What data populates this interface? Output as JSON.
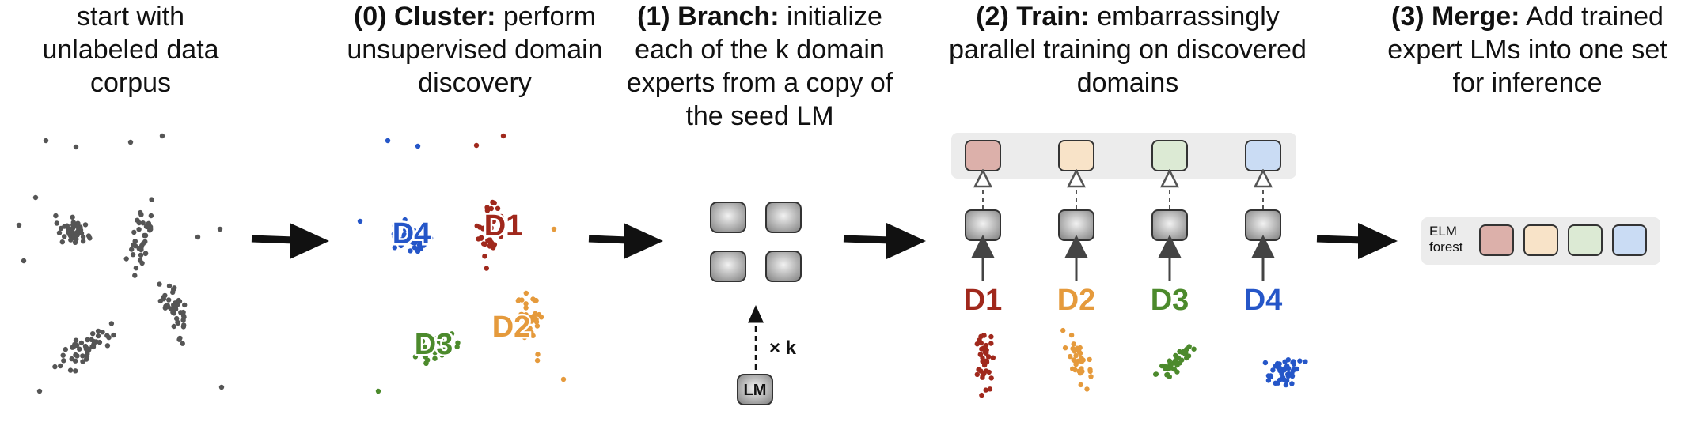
{
  "captions": {
    "start": {
      "bold": "",
      "text": "start with unlabeled data corpus"
    },
    "cluster": {
      "bold": "(0) Cluster:",
      "text": "perform unsupervised domain discovery"
    },
    "branch": {
      "bold": "(1) Branch:",
      "text": "initialize each of the k domain experts from a copy of the seed LM"
    },
    "train": {
      "bold": "(2) Train:",
      "text": "embarrassingly parallel training on discovered domains"
    },
    "merge": {
      "bold": "(3) Merge:",
      "text": "Add trained expert LMs into one set for inference"
    }
  },
  "domains": [
    {
      "label": "D1",
      "color": "#a0281c"
    },
    {
      "label": "D2",
      "color": "#e59a3c"
    },
    {
      "label": "D3",
      "color": "#4c8a2c"
    },
    {
      "label": "D4",
      "color": "#2556c8"
    }
  ],
  "expert_fills": [
    "#dcb0aa",
    "#f8e3c8",
    "#dcead4",
    "#cadcf4"
  ],
  "branch": {
    "lm_label": "LM",
    "copies_label": "× k"
  },
  "merge": {
    "forest_label_line1": "ELM",
    "forest_label_line2": "forest"
  },
  "colors": {
    "unlabeled_points": "#555555",
    "arrow": "#111111",
    "tray": "#ececec"
  }
}
